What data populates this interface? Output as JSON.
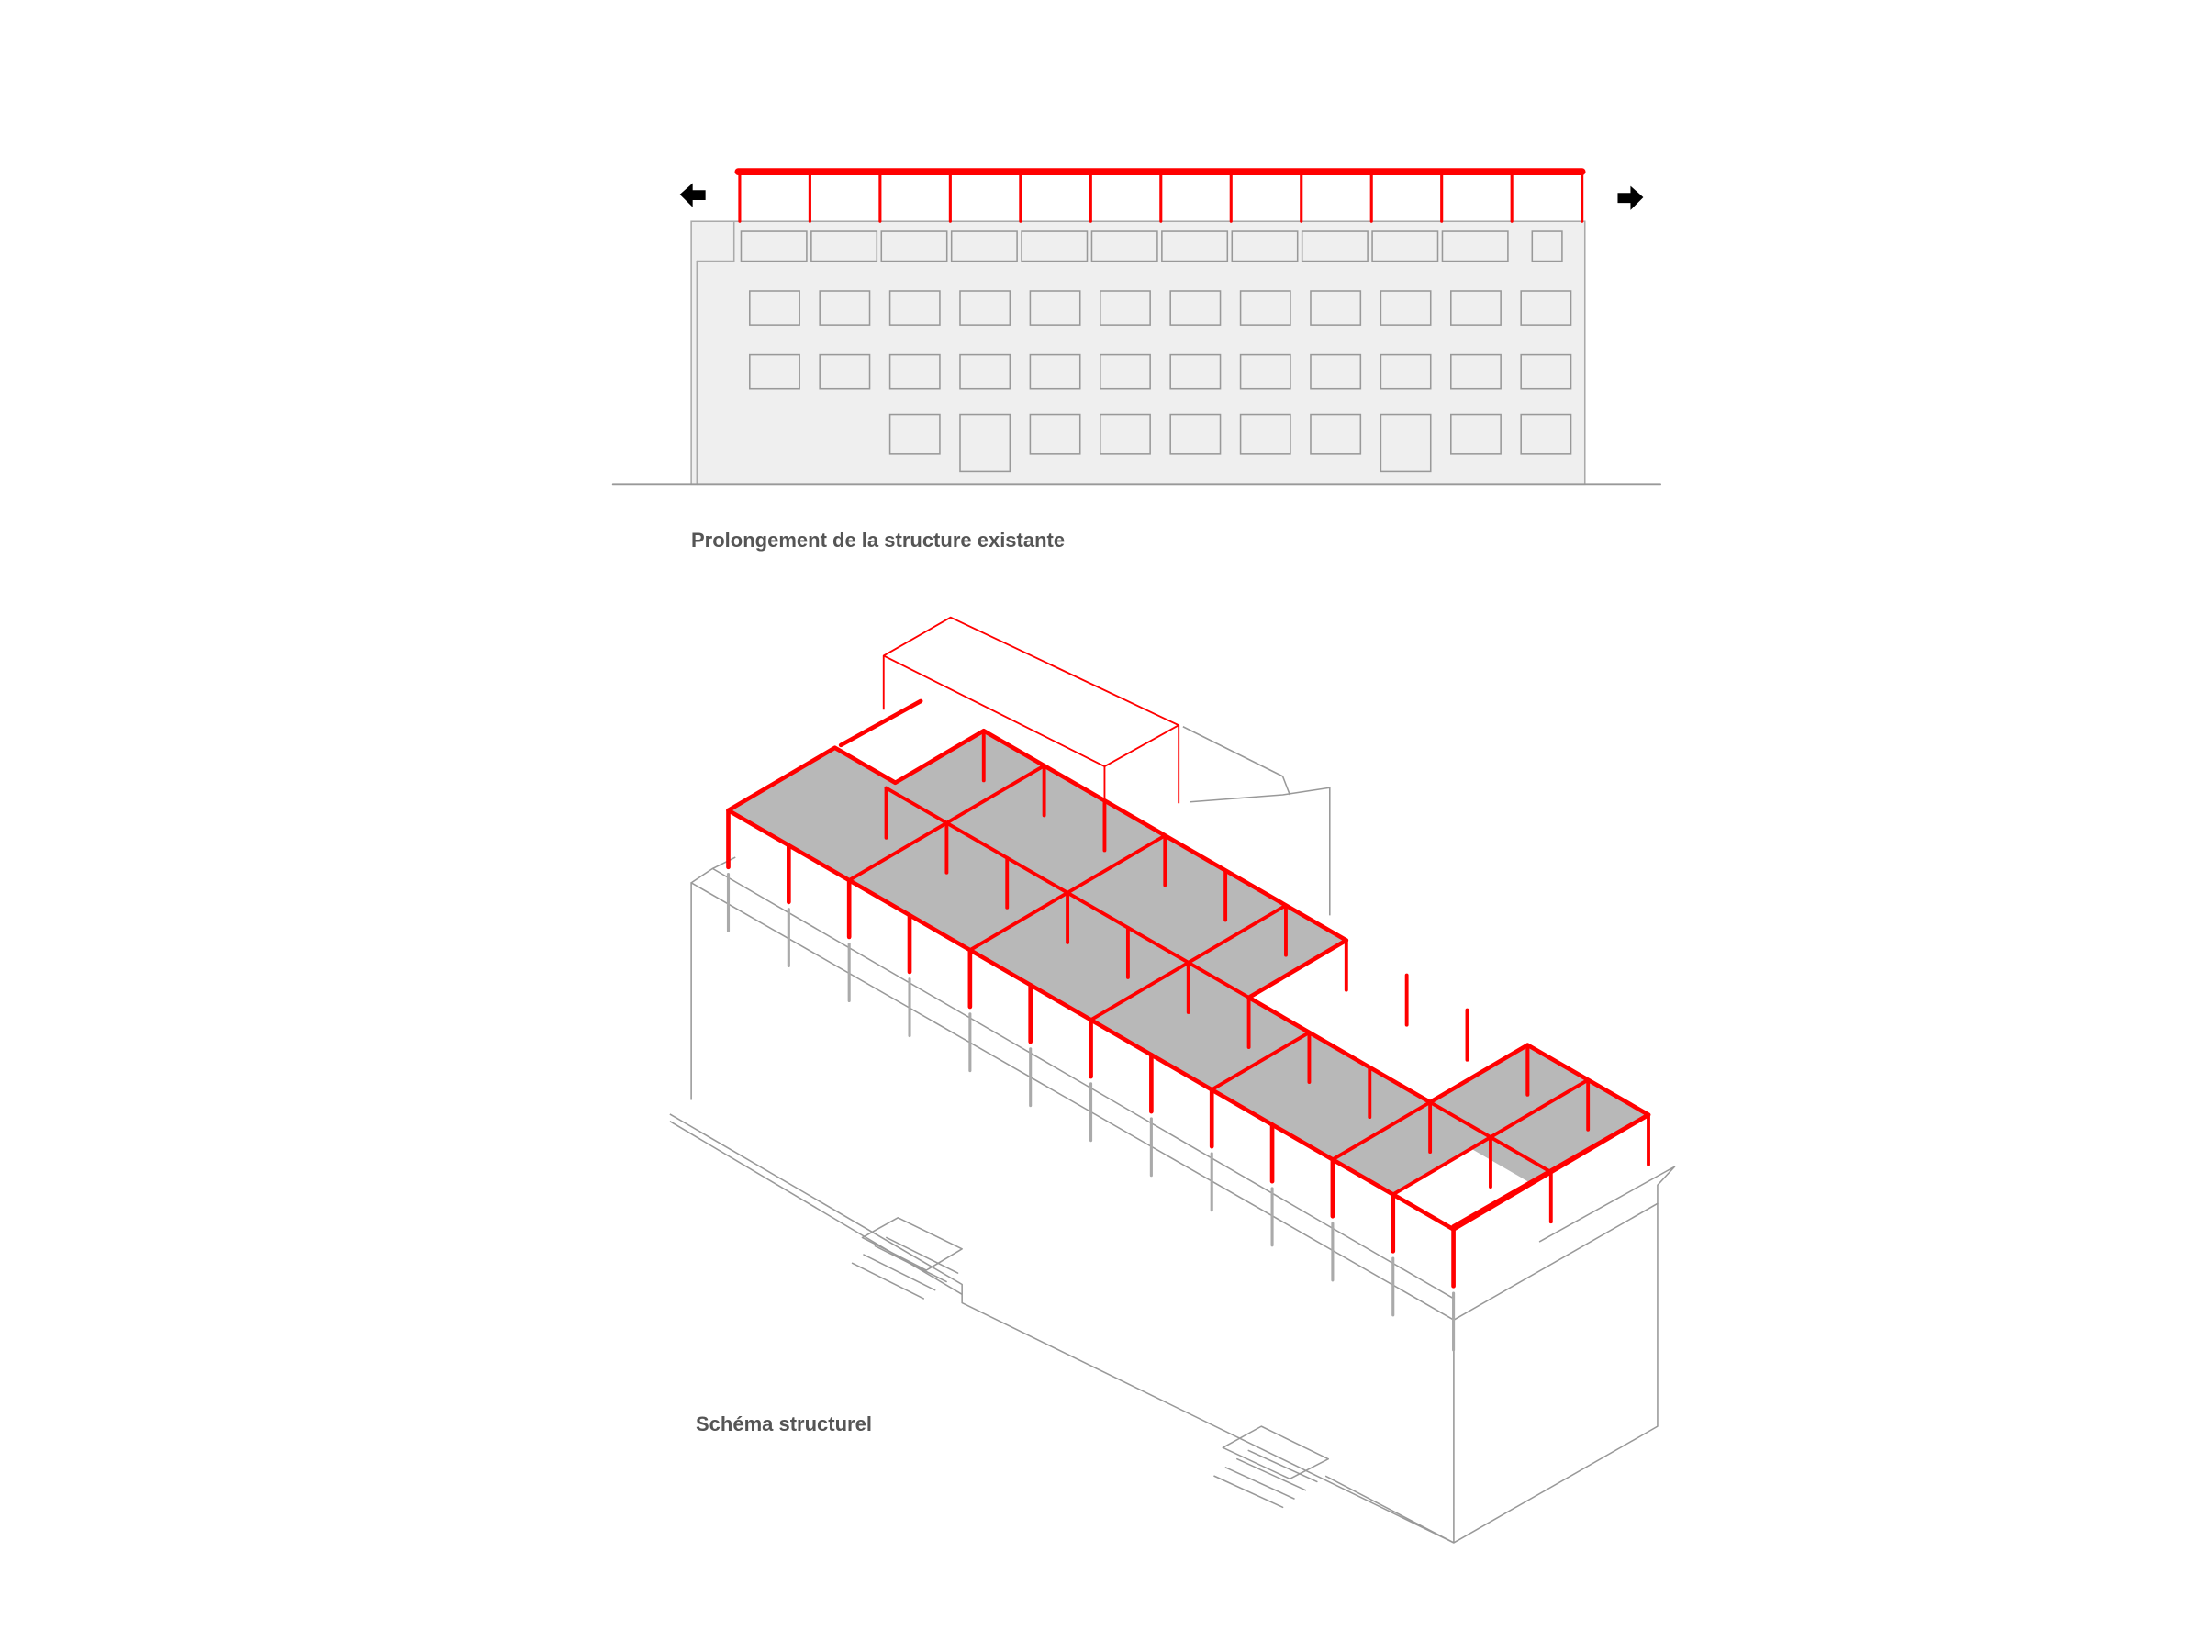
{
  "elevation": {
    "caption": "Prolongement de la structure existante",
    "bays": 12,
    "arrows": [
      "arrow-left-icon",
      "arrow-right-icon"
    ]
  },
  "axonometric": {
    "caption": "Schéma structurel"
  },
  "colors": {
    "structure": "#ff0000",
    "slab": "#b8b8b8",
    "existing_line": "#9a9a9a",
    "facade_fill": "#efefef",
    "caption": "#555555"
  }
}
